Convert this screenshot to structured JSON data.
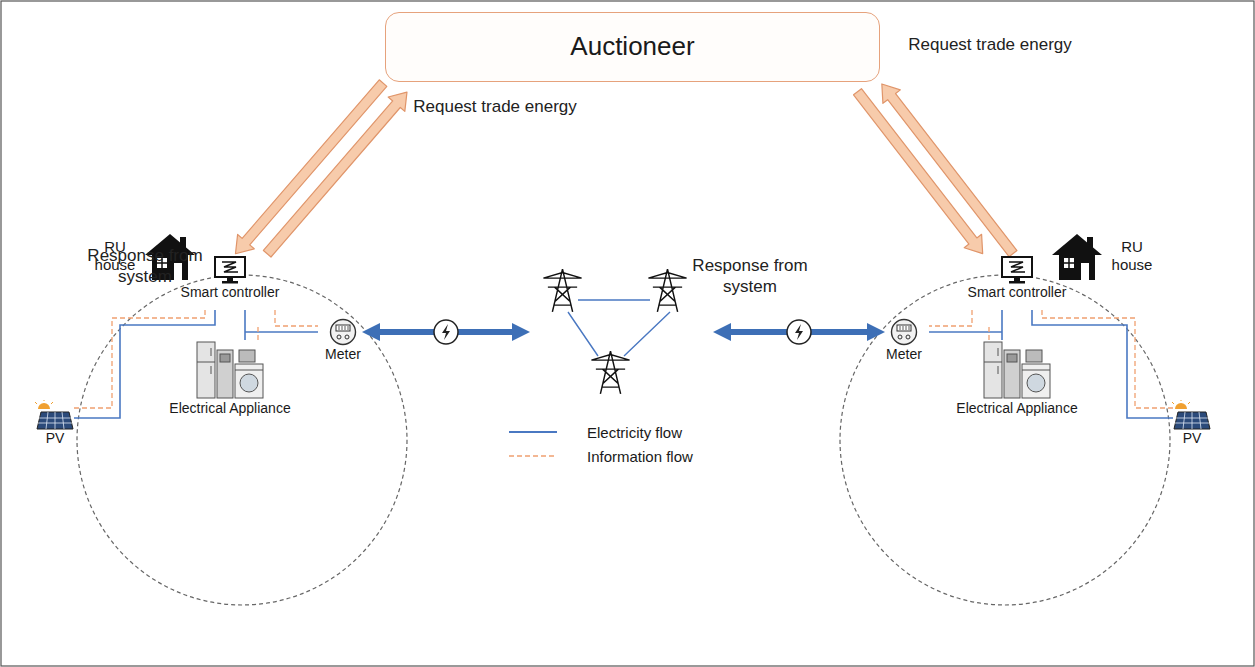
{
  "diagram": {
    "nodes": [
      {
        "text": [
          "Auctioneer"
        ]
      },
      {
        "text": [
          "RU house"
        ]
      },
      {
        "text": [
          "Smart controller"
        ]
      },
      {
        "text": [
          "Meter"
        ]
      },
      {
        "text": [
          "PV"
        ]
      },
      {
        "text": [
          "Electrical Appliance"
        ]
      },
      {
        "text": [
          "RU house"
        ]
      },
      {
        "text": [
          "Smart controller"
        ]
      },
      {
        "text": [
          "Meter"
        ]
      },
      {
        "text": [
          "PV"
        ]
      },
      {
        "text": [
          "Electrical Appliance"
        ]
      }
    ],
    "edges": [
      {
        "from": 2,
        "to": 0,
        "arrow": "to",
        "label": "Request trade energy"
      },
      {
        "from": 0,
        "to": 2,
        "arrow": "to",
        "label": "Response from system"
      },
      {
        "from": 7,
        "to": 0,
        "arrow": "to",
        "label": "Request trade energy"
      },
      {
        "from": 0,
        "to": 7,
        "arrow": "to",
        "label": "Response from system"
      }
    ],
    "legend": [
      {
        "text": "Electricity flow"
      },
      {
        "text": "Information flow"
      }
    ]
  }
}
